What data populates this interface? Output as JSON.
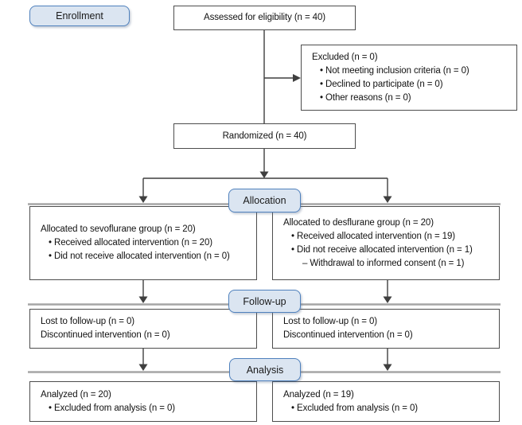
{
  "badges": {
    "enrollment": "Enrollment",
    "allocation": "Allocation",
    "followup": "Follow-up",
    "analysis": "Analysis"
  },
  "boxes": {
    "assessed": {
      "text": "Assessed for eligibility (n = 40)"
    },
    "excluded": {
      "title": "Excluded (n = 0)",
      "items": [
        "• Not meeting inclusion criteria (n = 0)",
        "• Declined to participate (n = 0)",
        "• Other reasons (n = 0)"
      ]
    },
    "randomized": {
      "text": "Randomized (n = 40)"
    },
    "alloc_left": {
      "title": "Allocated to sevoflurane group (n = 20)",
      "items": [
        "• Received allocated intervention (n = 20)",
        "• Did not receive allocated intervention (n = 0)"
      ]
    },
    "alloc_right": {
      "title": "Allocated to desflurane group (n = 20)",
      "items": [
        "• Received allocated intervention (n = 19)",
        "• Did not receive allocated intervention (n = 1)"
      ],
      "subitem": "– Withdrawal to informed consent (n = 1)"
    },
    "followup_left": {
      "lines": [
        "Lost to follow-up (n = 0)",
        "Discontinued intervention (n = 0)"
      ]
    },
    "followup_right": {
      "lines": [
        "Lost to follow-up (n = 0)",
        "Discontinued intervention (n = 0)"
      ]
    },
    "analysis_left": {
      "title": "Analyzed (n = 20)",
      "items": [
        "• Excluded from analysis (n = 0)"
      ]
    },
    "analysis_right": {
      "title": "Analyzed (n = 19)",
      "items": [
        "• Excluded from analysis (n = 0)"
      ]
    }
  },
  "colors": {
    "badge_fill": "#dbe5f1",
    "badge_border": "#4f81bd",
    "box_border": "#4d4d4d",
    "section_line": "#a6a6a6",
    "arrow": "#3f3f3f",
    "text": "#111111",
    "background": "#ffffff"
  }
}
